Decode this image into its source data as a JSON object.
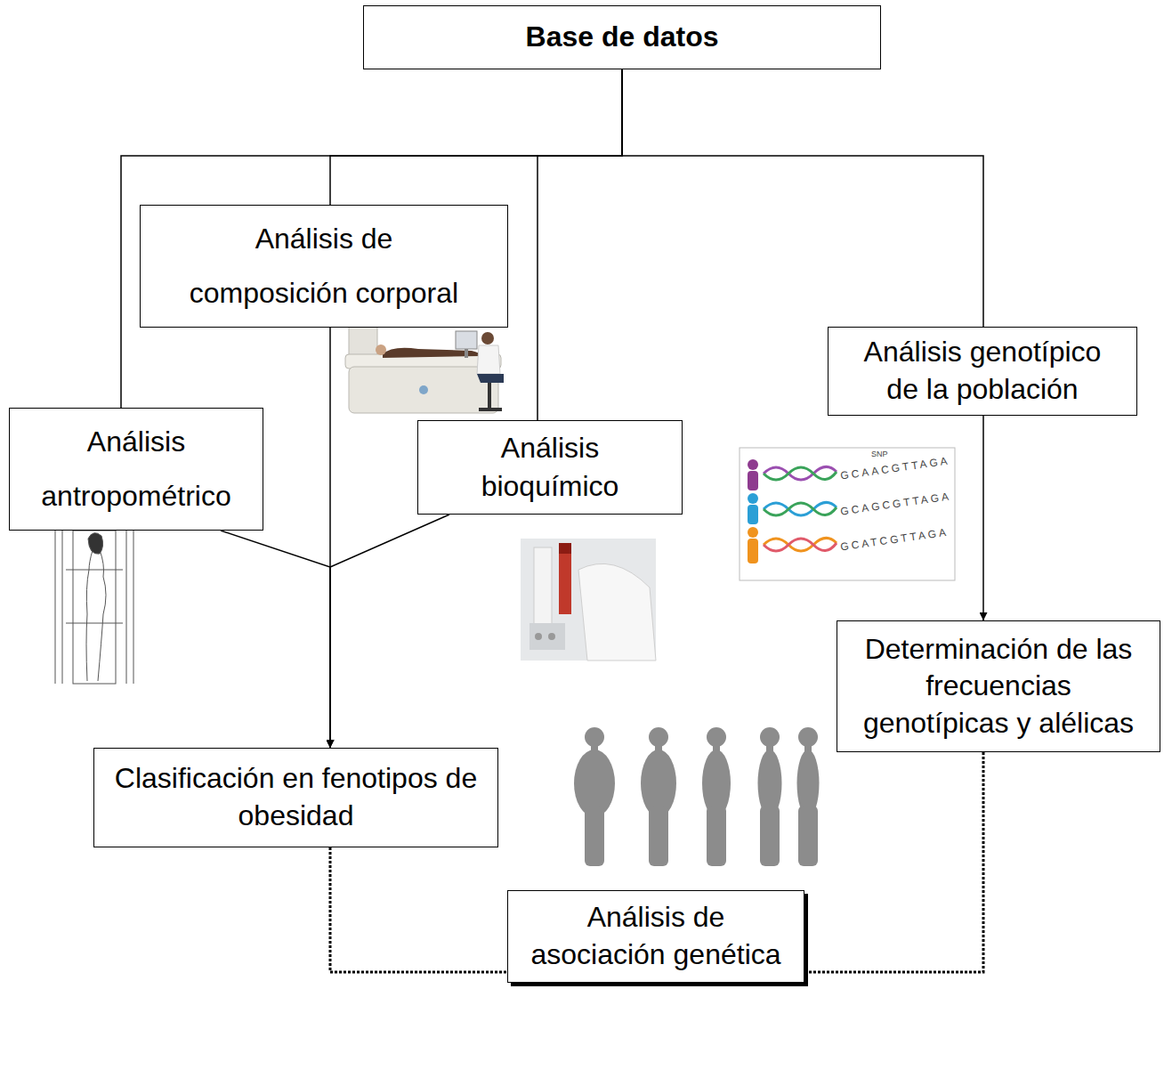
{
  "diagram": {
    "nodes": [
      {
        "text": [
          "Base de datos"
        ]
      },
      {
        "text": [
          "Análisis de composición corporal"
        ]
      },
      {
        "text": [
          "Análisis antropométrico"
        ]
      },
      {
        "text": [
          "Análisis bioquímico"
        ]
      },
      {
        "text": [
          "Análisis genotípico de la población"
        ]
      },
      {
        "text": [
          "Clasificación en fenotipos de obesidad"
        ]
      },
      {
        "text": [
          "Determinación de las frecuencias genotípicas y alélicas"
        ]
      },
      {
        "text": [
          "Análisis de asociación genética"
        ]
      }
    ],
    "edges": [
      {
        "from": 0,
        "to": 1,
        "arrow": "none"
      },
      {
        "from": 0,
        "to": 2,
        "arrow": "none"
      },
      {
        "from": 0,
        "to": 3,
        "arrow": "none"
      },
      {
        "from": 0,
        "to": 4,
        "arrow": "none"
      },
      {
        "from": 1,
        "to": 5,
        "arrow": "to"
      },
      {
        "from": 2,
        "to": 5,
        "arrow": "to"
      },
      {
        "from": 3,
        "to": 5,
        "arrow": "to"
      },
      {
        "from": 4,
        "to": 6,
        "arrow": "to"
      },
      {
        "from": 5,
        "to": 7,
        "arrow": "none"
      },
      {
        "from": 6,
        "to": 7,
        "arrow": "none"
      }
    ],
    "labels": [
      "SNP",
      "GCAACGTTAGA",
      "GCAGCGTTAGA",
      "GCATCGTTAGA"
    ]
  }
}
